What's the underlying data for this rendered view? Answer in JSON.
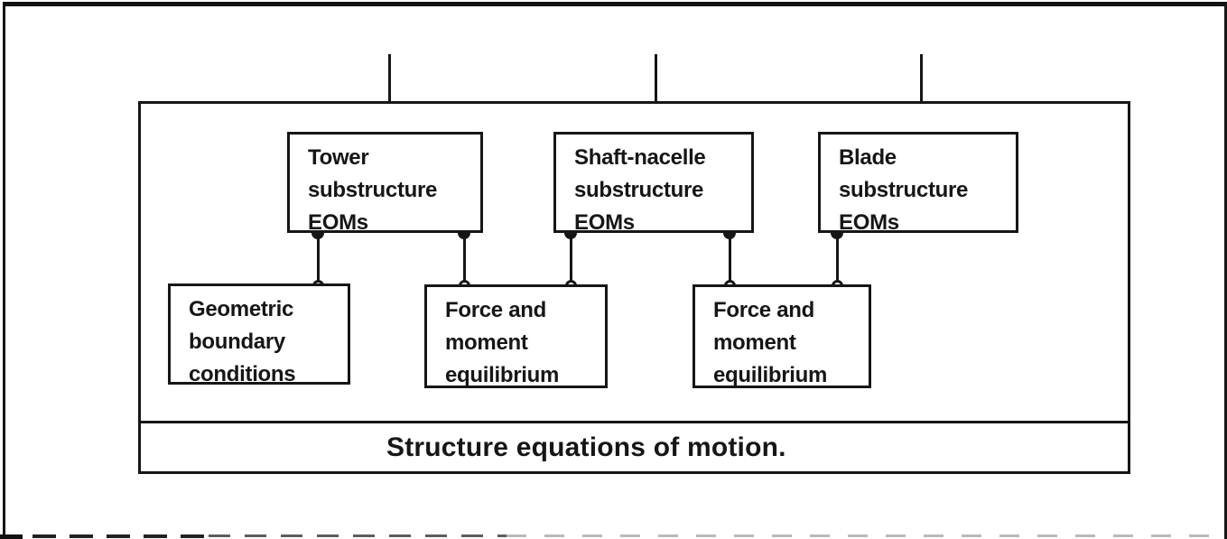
{
  "colors": {
    "ink": "#161616",
    "paper": "#ffffff"
  },
  "diagram": {
    "boxes": {
      "tower": {
        "lines": [
          "Tower",
          "substructure",
          "EOMs"
        ]
      },
      "shaft": {
        "lines": [
          "Shaft-nacelle",
          "substructure",
          "EOMs"
        ]
      },
      "blade": {
        "lines": [
          "Blade",
          "substructure",
          "EOMs"
        ]
      },
      "geometric": {
        "lines": [
          "Geometric",
          "boundary",
          "conditions"
        ]
      },
      "force1": {
        "lines": [
          "Force and",
          "moment",
          "equilibrium"
        ]
      },
      "force2": {
        "lines": [
          "Force and",
          "moment",
          "equilibrium"
        ]
      }
    },
    "footer": {
      "label": "Structure equations of motion."
    }
  }
}
